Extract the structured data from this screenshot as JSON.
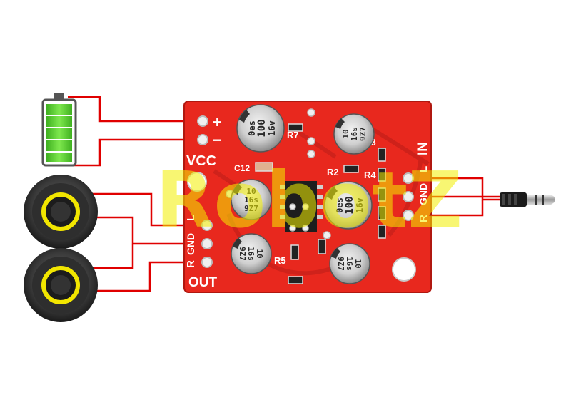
{
  "watermark": "RobotZ",
  "board": {
    "pin_labels": {
      "plus": "+",
      "minus": "−",
      "vcc": "VCC",
      "in": "IN",
      "in_l": "L",
      "in_gnd": "GND",
      "in_r": "R",
      "out_l": "L",
      "out_gnd": "GND",
      "out_r": "R",
      "out": "OUT"
    },
    "refs": {
      "r7": "R7",
      "r8": "R8",
      "r2": "R2",
      "r4": "R4",
      "r5": "R5",
      "c12": "C12"
    },
    "capacitors": {
      "big1": [
        "0es",
        "100",
        "16v"
      ],
      "big2": [
        "0es",
        "100",
        "16v"
      ],
      "small": [
        "10",
        "16s",
        "9Z7"
      ]
    }
  },
  "colors": {
    "board": "#e8281e",
    "wire": "#e00000",
    "battery": "#5fd032",
    "speaker_ring": "#f2e600"
  }
}
